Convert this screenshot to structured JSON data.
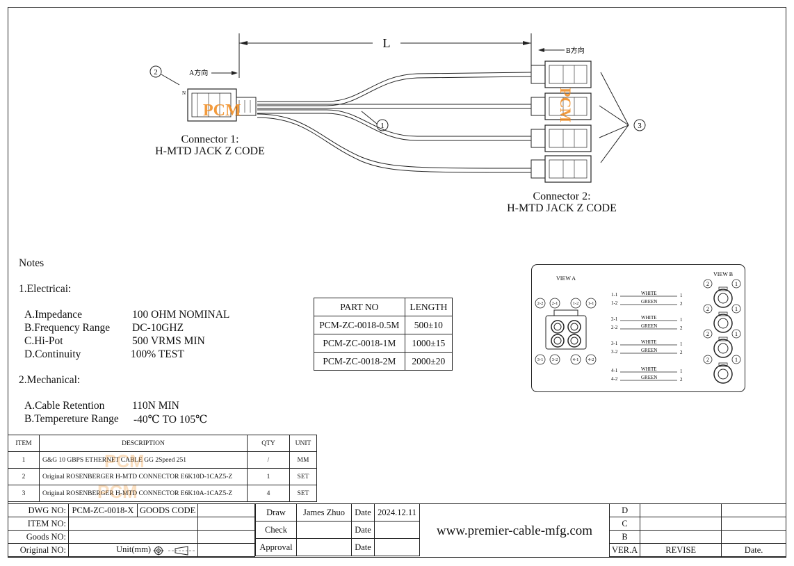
{
  "drawing": {
    "dim_label": "L",
    "a_dir": "A方向",
    "b_dir": "B方向",
    "callout_1": "1",
    "callout_2": "2",
    "callout_3": "3",
    "n_mark": "N",
    "connector1": [
      "Connector 1:",
      "H-MTD JACK Z CODE"
    ],
    "connector2": [
      "Connector 2:",
      "H-MTD JACK Z CODE"
    ],
    "logo": "PCM"
  },
  "notes": {
    "heading": "Notes",
    "electrical_title": "1.Electricai:",
    "electrical": [
      {
        "label": "A.Impedance",
        "value": "100 OHM NOMINAL"
      },
      {
        "label": "B.Frequency Range",
        "value": "DC-10GHZ"
      },
      {
        "label": "C.Hi-Pot",
        "value": "500 VRMS MIN"
      },
      {
        "label": "D.Continuity",
        "value": "100% TEST"
      }
    ],
    "mechanical_title": "2.Mechanical:",
    "mechanical": [
      {
        "label": "A.Cable Retention",
        "value": "110N MIN"
      },
      {
        "label": "B.Tempereture Range",
        "value": "-40℃ TO 105℃"
      }
    ]
  },
  "part_table": {
    "headers": [
      "PART NO",
      "LENGTH"
    ],
    "rows": [
      [
        "PCM-ZC-0018-0.5M",
        "500±10"
      ],
      [
        "PCM-ZC-0018-1M",
        "1000±15"
      ],
      [
        "PCM-ZC-0018-2M",
        "2000±20"
      ]
    ]
  },
  "views": {
    "view_a": "VIEW A",
    "view_b": "VIEW B",
    "pin_labels_a": [
      "2-2",
      "2-1",
      "1-2",
      "1-1",
      "3-1",
      "3-2",
      "4-1",
      "4-2"
    ],
    "wiring": [
      {
        "pins": [
          "1-1",
          "1-2"
        ],
        "colors": [
          "WHITE",
          "GREEN"
        ],
        "ends": [
          "1",
          "2"
        ]
      },
      {
        "pins": [
          "2-1",
          "2-2"
        ],
        "colors": [
          "WHITE",
          "GREEN"
        ],
        "ends": [
          "1",
          "2"
        ]
      },
      {
        "pins": [
          "3-1",
          "3-2"
        ],
        "colors": [
          "WHITE",
          "GREEN"
        ],
        "ends": [
          "1",
          "2"
        ]
      },
      {
        "pins": [
          "4-1",
          "4-2"
        ],
        "colors": [
          "WHITE",
          "GREEN"
        ],
        "ends": [
          "1",
          "2"
        ]
      }
    ],
    "pin_b": [
      "2",
      "1"
    ]
  },
  "bom": {
    "headers": [
      "ITEM",
      "DESCRIPTION",
      "QTY",
      "UNIT"
    ],
    "rows": [
      [
        "1",
        "G&G 10 GBPS ETHERNET CABLE GG 2Speed 251",
        "/",
        "MM"
      ],
      [
        "2",
        "Original ROSENBERGER H-MTD CONNECTOR E6K10D-1CAZ5-Z",
        "1",
        "SET"
      ],
      [
        "3",
        "Original ROSENBERGER H-MTD CONNECTOR E6K10A-1CAZ5-Z",
        "4",
        "SET"
      ]
    ]
  },
  "title_block": {
    "dwg_no_label": "DWG NO:",
    "dwg_no": "PCM-ZC-0018-X",
    "goods_code_label": "GOODS CODE",
    "item_no_label": "ITEM NO:",
    "goods_no_label": "Goods NO:",
    "original_no_label": "Original NO:",
    "unit_label": "Unit(mm)",
    "draw_label": "Draw",
    "draw_name": "James Zhuo",
    "check_label": "Check",
    "approval_label": "Approval",
    "date_label": "Date",
    "draw_date": "2024.12.11",
    "website": "www.premier-cable-mfg.com",
    "rev_rows": [
      "D",
      "C",
      "B"
    ],
    "ver_label": "VER.A",
    "revise_label": "REVISE",
    "date_col_label": "Date."
  }
}
